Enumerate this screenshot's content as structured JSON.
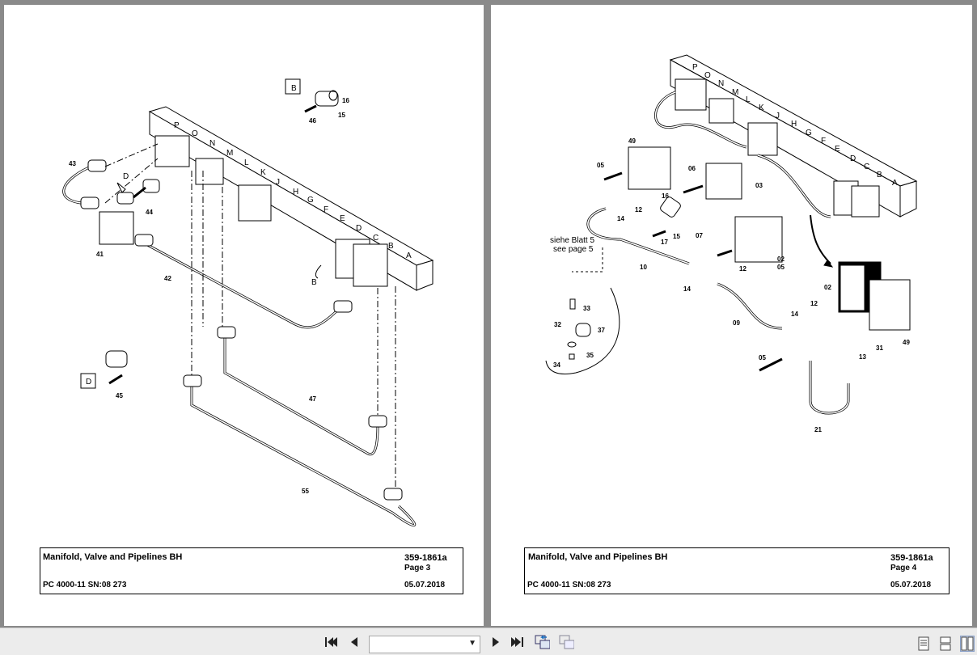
{
  "left_page": {
    "title": "Manifold, Valve and Pipelines BH",
    "doc_no": "359-1861a",
    "page": "Page 3",
    "model": "PC 4000-11 SN:08 273",
    "date": "05.07.2018",
    "detail_b": "B",
    "detail_d": "D",
    "view_b": "B",
    "view_d": "D",
    "parts": [
      "16",
      "15",
      "46",
      "43",
      "44",
      "41",
      "42",
      "47",
      "55",
      "45"
    ],
    "letters": [
      "P",
      "O",
      "N",
      "M",
      "L",
      "K",
      "J",
      "H",
      "G",
      "F",
      "E",
      "D",
      "C",
      "B",
      "A"
    ]
  },
  "right_page": {
    "title": "Manifold, Valve and Pipelines BH",
    "doc_no": "359-1861a",
    "page": "Page 4",
    "model": "PC 4000-11 SN:08 273",
    "date": "05.07.2018",
    "note_de": "siehe Blatt 5",
    "note_en": "see page 5",
    "parts": [
      "49",
      "05",
      "06",
      "03",
      "16",
      "12",
      "14",
      "17",
      "15",
      "07",
      "02",
      "05",
      "12",
      "10",
      "14",
      "33",
      "32",
      "37",
      "35",
      "34",
      "09",
      "02",
      "12",
      "14",
      "13",
      "31",
      "49",
      "05",
      "21"
    ],
    "letters": [
      "P",
      "O",
      "N",
      "M",
      "L",
      "K",
      "J",
      "H",
      "G",
      "F",
      "E",
      "D",
      "C",
      "B",
      "A"
    ]
  },
  "toolbar": {
    "page_select_value": "",
    "icons": [
      "first-page-icon",
      "prev-page-icon",
      "next-page-icon",
      "last-page-icon",
      "go-back-icon",
      "go-forward-icon",
      "single-page-view-icon",
      "continuous-view-icon",
      "two-page-view-icon"
    ]
  }
}
